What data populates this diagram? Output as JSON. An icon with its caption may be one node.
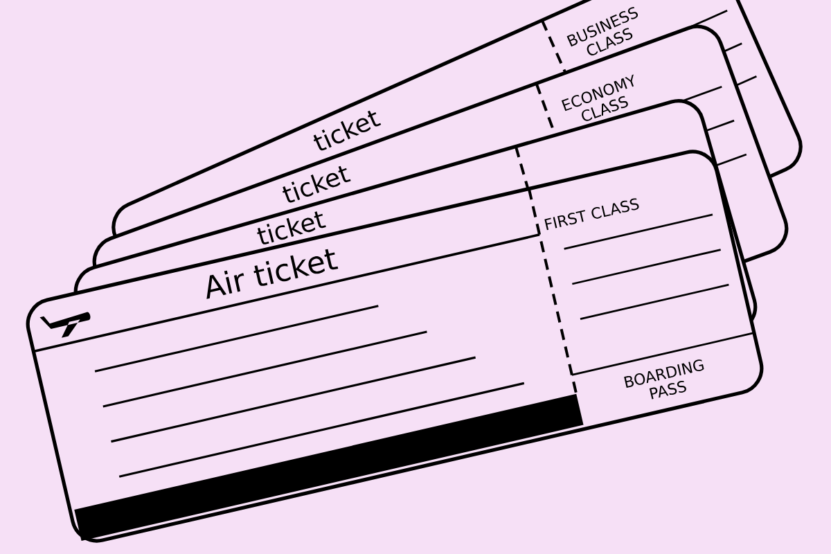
{
  "diagram": {
    "labels": [
      "ticket",
      "BUSINESS CLASS",
      "ticket",
      "ECONOMY CLASS",
      "ticket",
      "Air ticket",
      "FIRST CLASS",
      "BOARDING PASS"
    ]
  }
}
